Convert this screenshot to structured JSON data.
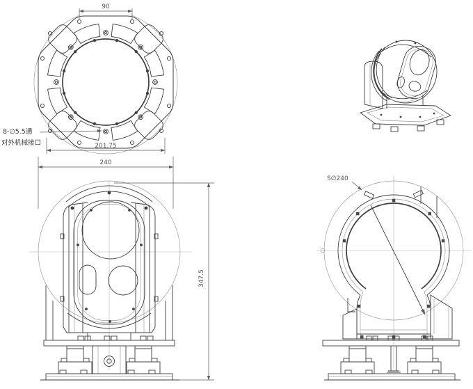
{
  "drawing": {
    "dimensions": {
      "slot_span": "90",
      "bolt_circle": "201.75",
      "overall_width": "240",
      "overall_height": "347.5",
      "sphere_diameter": "S∅240"
    },
    "notes": {
      "mount_holes_line1": "8-∅5.5通",
      "mount_holes_line2": "对外机械接口"
    },
    "colors": {
      "line": "#3f3f3f",
      "thin_line": "#9a9a9a",
      "dimension": "#5a5a5a",
      "background": "#ffffff"
    }
  }
}
